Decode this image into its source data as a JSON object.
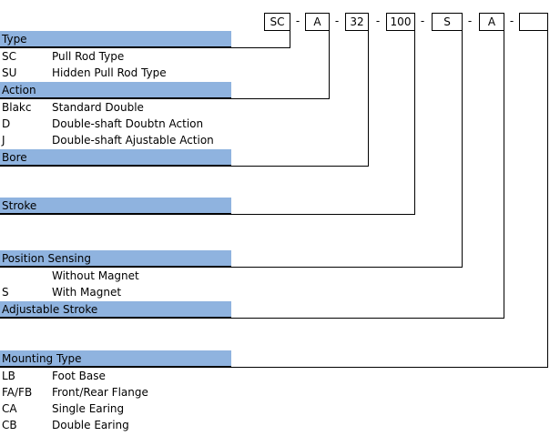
{
  "code": [
    "SC",
    "A",
    "32",
    "100",
    "S",
    "A",
    ""
  ],
  "dash": "-",
  "sections": [
    {
      "title": "Type",
      "options": [
        {
          "code": "SC",
          "desc": "Pull Rod Type"
        },
        {
          "code": "SU",
          "desc": "Hidden Pull Rod Type"
        }
      ]
    },
    {
      "title": "Action",
      "options": [
        {
          "code": "Blakc",
          "desc": "Standard Double"
        },
        {
          "code": "D",
          "desc": "Double-shaft Doubtn Action"
        },
        {
          "code": "J",
          "desc": "Double-shaft Ajustable Action"
        }
      ]
    },
    {
      "title": "Bore",
      "options": []
    },
    {
      "title": "Stroke",
      "options": []
    },
    {
      "title": "Position Sensing",
      "options": [
        {
          "code": "",
          "desc": "Without Magnet"
        },
        {
          "code": "S",
          "desc": "With Magnet"
        }
      ]
    },
    {
      "title": "Adjustable Stroke",
      "options": []
    },
    {
      "title": "Mounting Type",
      "options": [
        {
          "code": "LB",
          "desc": "Foot Base"
        },
        {
          "code": "FA/FB",
          "desc": "Front/Rear Flange"
        },
        {
          "code": "CA",
          "desc": "Single Earing"
        },
        {
          "code": "CB",
          "desc": "Double Earing"
        }
      ]
    }
  ]
}
